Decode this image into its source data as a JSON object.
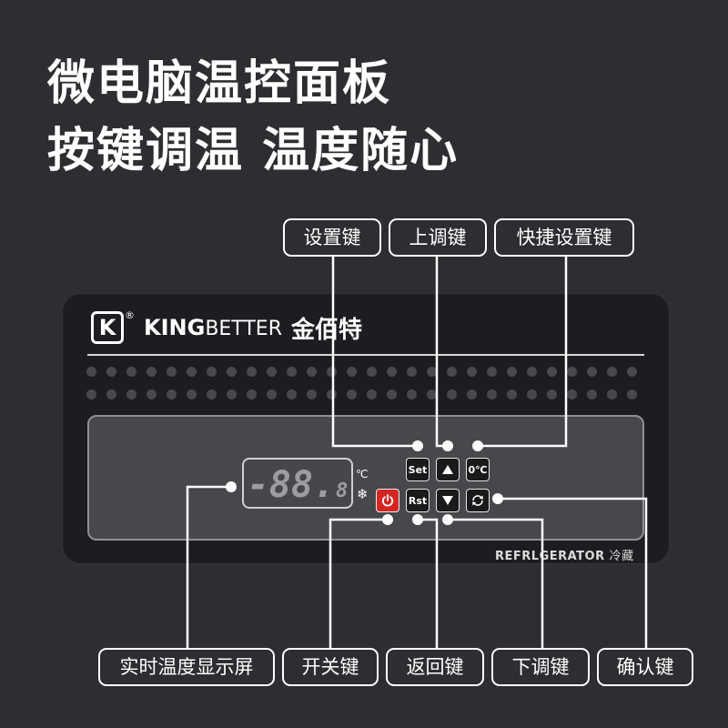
{
  "headline": {
    "line1": "微电脑温控面板",
    "line2": "按键调温  温度随心"
  },
  "brand": {
    "logo_letter": "K",
    "registered": "®",
    "name_bold": "KING",
    "name_light": "BETTER",
    "name_cn": "金佰特"
  },
  "display": {
    "digits": "-88.",
    "small_digit": "8",
    "unit": "℃",
    "mode_icon": "snowflake-icon"
  },
  "keys": {
    "set": "Set",
    "up": "▲",
    "zero_c": "0℃",
    "power": "power-icon",
    "rst": "Rst",
    "down": "▼",
    "confirm": "refresh-icon"
  },
  "model_tag": {
    "en": "REFRLGERATOR",
    "cn": "冷藏"
  },
  "labels": {
    "set_key": "设置键",
    "up_key": "上调键",
    "quick_set_key": "快捷设置键",
    "realtime_temp": "实时温度显示屏",
    "power_key": "开关键",
    "return_key": "返回键",
    "down_key": "下调键",
    "confirm_key": "确认键"
  },
  "colors": {
    "background": "#2d2e31",
    "panel": "#1c1d20",
    "screen": "#47484c",
    "power_key": "#d52621",
    "accent": "#ffffff"
  }
}
